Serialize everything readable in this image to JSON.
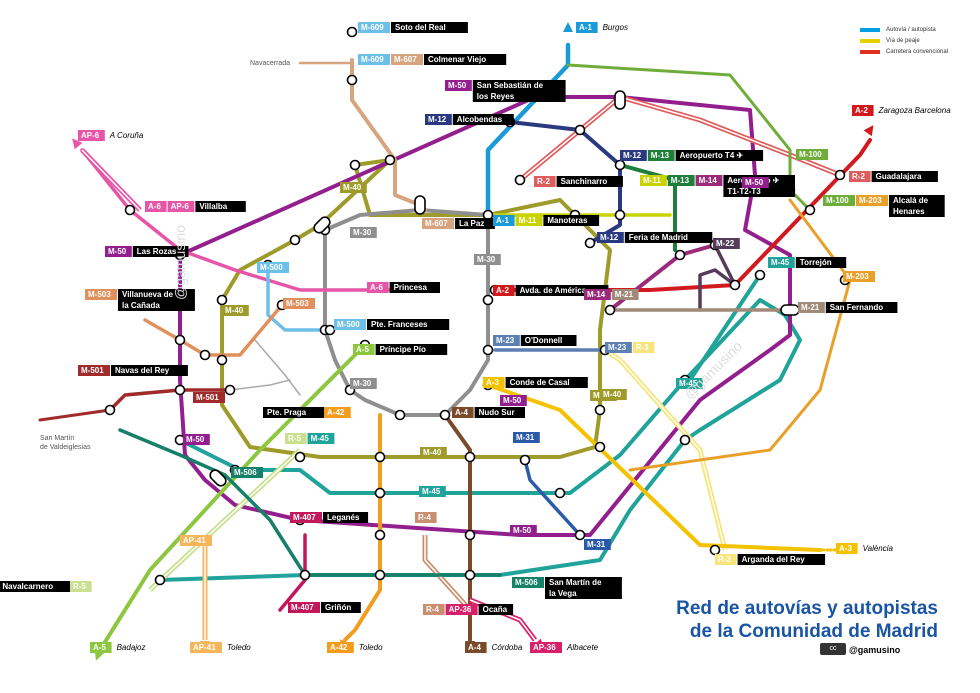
{
  "title": {
    "line1": "Red de autovías y autopistas",
    "line2": "de la Comunidad de Madrid"
  },
  "credit": "@gamusino",
  "cc_badge": "cc",
  "watermarks": [
    "@gamusino",
    "@gamusino"
  ],
  "legend": [
    {
      "label": "Autovía / autopista",
      "color": "#00a0e0"
    },
    {
      "label": "Vía de peaje",
      "color": "#e8d000"
    },
    {
      "label": "Carretera convencional",
      "color": "#e03020"
    }
  ],
  "colors": {
    "M40": "#9e9b2a",
    "M30": "#8f8f8f",
    "M50": "#931f8f",
    "M45": "#1fa39a",
    "A6": "#e655a8",
    "A1": "#1a9ad6",
    "A2": "#d2191e",
    "A3": "#f5c200",
    "A4": "#7a4a2a",
    "A5": "#8dc63f",
    "A42": "#f39c1e",
    "M607": "#d6a57f",
    "M12": "#2b3a80",
    "M13": "#1d7f3a",
    "M11": "#c9d300",
    "M503": "#e0905c",
    "M500": "#6cc0e8",
    "M501": "#a12b2b",
    "M506": "#178069",
    "M100": "#6fad3a",
    "M203": "#e8a02a",
    "M21": "#a08a78",
    "M14": "#9b2a7a",
    "M22": "#553c5a",
    "M23": "#5a7fb0",
    "M31": "#2b5aa8",
    "M407": "#c2185b",
    "R3": "#f7e47a",
    "R2": "#e05d5d",
    "R4": "#c98f6f",
    "R5": "#c9e08f",
    "AP41": "#f5b55a",
    "AP36": "#d8206a",
    "AP6": "#e655a8"
  },
  "labels": [
    {
      "badges": [
        {
          "t": "M-609",
          "c": "#6cc0e8"
        }
      ],
      "text": "Soto del Real"
    },
    {
      "badges": [
        {
          "t": "A-1",
          "c": "#1a9ad6"
        }
      ],
      "dest": "Burgos"
    },
    {
      "badges": [
        {
          "t": "M-609",
          "c": "#6cc0e8"
        },
        {
          "t": "M-607",
          "c": "#d6a57f"
        }
      ],
      "text": "Colmenar Viejo"
    },
    {
      "badges": [
        {
          "t": "M-50",
          "c": "#931f8f"
        }
      ],
      "text": "San Sebastián de los Reyes"
    },
    {
      "badges": [
        {
          "t": "M-12",
          "c": "#2b3a80"
        }
      ],
      "text": "Alcobendas"
    },
    {
      "badges": [
        {
          "t": "A-2",
          "c": "#d2191e"
        }
      ],
      "dest": "Zaragoza Barcelona"
    },
    {
      "badges": [
        {
          "t": "AP-6",
          "c": "#e655a8"
        }
      ],
      "dest": "A Coruña"
    },
    {
      "badges": [
        {
          "t": "M-12",
          "c": "#2b3a80"
        },
        {
          "t": "M-13",
          "c": "#1d7f3a"
        }
      ],
      "text": "Aeropuerto T4 ✈"
    },
    {
      "badges": [
        {
          "t": "M-100",
          "c": "#6fad3a"
        }
      ]
    },
    {
      "badges": [
        {
          "t": "R-2",
          "c": "#e05d5d"
        }
      ],
      "text": "Sanchinarro"
    },
    {
      "badges": [
        {
          "t": "R-2",
          "c": "#e05d5d"
        }
      ],
      "text": "Guadalajara"
    },
    {
      "badges": [
        {
          "t": "A-6",
          "c": "#e655a8"
        },
        {
          "t": "AP-6",
          "c": "#e655a8"
        }
      ],
      "text": "Villalba"
    },
    {
      "badges": [
        {
          "t": "M-11",
          "c": "#c9d300"
        },
        {
          "t": "M-13",
          "c": "#1d7f3a"
        },
        {
          "t": "M-14",
          "c": "#9b2a7a"
        }
      ],
      "text": "Aeropuerto ✈ T1-T2-T3"
    },
    {
      "badges": [
        {
          "t": "M-100",
          "c": "#6fad3a"
        },
        {
          "t": "M-203",
          "c": "#e8a02a"
        }
      ],
      "text": "Alcalá de Henares"
    },
    {
      "badges": [
        {
          "t": "M-607",
          "c": "#d6a57f"
        }
      ],
      "text": "La Paz"
    },
    {
      "badges": [
        {
          "t": "A-1",
          "c": "#1a9ad6"
        },
        {
          "t": "M-11",
          "c": "#c9d300"
        }
      ],
      "text": "Manoteras"
    },
    {
      "badges": [
        {
          "t": "M-12",
          "c": "#2b3a80"
        }
      ],
      "text": "Feria de Madrid"
    },
    {
      "badges": [
        {
          "t": "M-22",
          "c": "#553c5a"
        }
      ]
    },
    {
      "badges": [
        {
          "t": "M-50",
          "c": "#931f8f"
        }
      ],
      "text": "Las Rozas"
    },
    {
      "badges": [
        {
          "t": "M-45",
          "c": "#1fa39a"
        }
      ],
      "text": "Torrejón"
    },
    {
      "badges": [
        {
          "t": "M-203",
          "c": "#e8a02a"
        }
      ]
    },
    {
      "badges": [
        {
          "t": "A-6",
          "c": "#e655a8"
        }
      ],
      "text": "Princesa"
    },
    {
      "badges": [
        {
          "t": "A-2",
          "c": "#d2191e"
        }
      ],
      "text": "Avda. de América"
    },
    {
      "badges": [
        {
          "t": "M-14",
          "c": "#9b2a7a"
        },
        {
          "t": "M-21",
          "c": "#a08a78"
        }
      ]
    },
    {
      "badges": [
        {
          "t": "M-21",
          "c": "#a08a78"
        }
      ],
      "text": "San Fernando"
    },
    {
      "badges": [
        {
          "t": "M-503",
          "c": "#e0905c"
        }
      ],
      "text": "Villanueva de la Cañada"
    },
    {
      "badges": [
        {
          "t": "M-500",
          "c": "#6cc0e8"
        }
      ],
      "text": "Pte. Franceses"
    },
    {
      "badges": [
        {
          "t": "M-23",
          "c": "#5a7fb0"
        }
      ],
      "text": "O'Donnell"
    },
    {
      "badges": [
        {
          "t": "M-23",
          "c": "#5a7fb0"
        },
        {
          "t": "R-3",
          "c": "#f7e47a"
        }
      ]
    },
    {
      "badges": [
        {
          "t": "A-5",
          "c": "#8dc63f"
        }
      ],
      "text": "Príncipe Pío"
    },
    {
      "badges": [
        {
          "t": "M-501",
          "c": "#a12b2b"
        }
      ],
      "text": "Navas del Rey"
    },
    {
      "badges": [
        {
          "t": "A-3",
          "c": "#f5c200"
        }
      ],
      "text": "Conde de Casal"
    },
    {
      "badges": [
        {
          "t": "M-45",
          "c": "#1fa39a"
        }
      ]
    },
    {
      "badges": [
        {
          "t": "M-501",
          "c": "#a12b2b"
        }
      ]
    },
    {
      "badges": [
        {
          "t": "M-40",
          "c": "#9e9b2a"
        }
      ]
    },
    {
      "badges": [
        {
          "t": "A-42",
          "c": "#f39c1e"
        }
      ],
      "text": "Pte. Praga",
      "text_left": true
    },
    {
      "badges": [
        {
          "t": "A-4",
          "c": "#7a4a2a"
        }
      ],
      "text": "Nudo Sur"
    },
    {
      "badges": [
        {
          "t": "M-50",
          "c": "#931f8f"
        }
      ]
    },
    {
      "badges": [
        {
          "t": "R-5",
          "c": "#c9e08f"
        },
        {
          "t": "M-45",
          "c": "#1fa39a"
        }
      ]
    },
    {
      "badges": [
        {
          "t": "M-31",
          "c": "#2b5aa8"
        }
      ]
    },
    {
      "badges": [
        {
          "t": "M-506",
          "c": "#178069"
        }
      ]
    },
    {
      "badges": [
        {
          "t": "M-407",
          "c": "#c2185b"
        }
      ],
      "text": "Leganés"
    },
    {
      "badges": [
        {
          "t": "M-50",
          "c": "#931f8f"
        }
      ]
    },
    {
      "badges": [
        {
          "t": "AP-41",
          "c": "#f5b55a"
        }
      ]
    },
    {
      "badges": [
        {
          "t": "M-31",
          "c": "#2b5aa8"
        }
      ]
    },
    {
      "badges": [
        {
          "t": "A-3",
          "c": "#f5c200"
        }
      ],
      "dest": "València"
    },
    {
      "badges": [
        {
          "t": "R-3",
          "c": "#f7e47a"
        }
      ],
      "text": "Arganda del Rey"
    },
    {
      "badges": [
        {
          "t": "R-5",
          "c": "#c9e08f"
        }
      ],
      "text": "Navalcarnero",
      "text_left": true
    },
    {
      "badges": [
        {
          "t": "M-506",
          "c": "#178069"
        }
      ],
      "text": "San Martín de la Vega"
    },
    {
      "badges": [
        {
          "t": "M-407",
          "c": "#c2185b"
        }
      ],
      "text": "Griñón"
    },
    {
      "badges": [
        {
          "t": "R-4",
          "c": "#c98f6f"
        },
        {
          "t": "AP-36",
          "c": "#d8206a"
        }
      ],
      "text": "Ocaña"
    },
    {
      "badges": [
        {
          "t": "A-5",
          "c": "#8dc63f"
        }
      ],
      "dest": "Badajoz"
    },
    {
      "badges": [
        {
          "t": "AP-41",
          "c": "#f5b55a"
        }
      ],
      "dest": "Toledo"
    },
    {
      "badges": [
        {
          "t": "A-42",
          "c": "#f39c1e"
        }
      ],
      "dest": "Toledo"
    },
    {
      "badges": [
        {
          "t": "A-4",
          "c": "#7a4a2a"
        }
      ],
      "dest": "Córdoba"
    },
    {
      "badges": [
        {
          "t": "AP-36",
          "c": "#d8206a"
        }
      ],
      "dest": "Albacete"
    },
    {
      "badges": [
        {
          "t": "M-30",
          "c": "#8f8f8f"
        }
      ]
    },
    {
      "badges": [
        {
          "t": "M-30",
          "c": "#8f8f8f"
        }
      ]
    },
    {
      "badges": [
        {
          "t": "M-30",
          "c": "#8f8f8f"
        }
      ]
    },
    {
      "badges": [
        {
          "t": "M-40",
          "c": "#9e9b2a"
        }
      ]
    },
    {
      "badges": [
        {
          "t": "M-40",
          "c": "#9e9b2a"
        }
      ]
    },
    {
      "badges": [
        {
          "t": "M-40",
          "c": "#9e9b2a"
        }
      ]
    },
    {
      "badges": [
        {
          "t": "M-40",
          "c": "#9e9b2a"
        }
      ]
    },
    {
      "badges": [
        {
          "t": "M-45",
          "c": "#1fa39a"
        }
      ]
    },
    {
      "badges": [
        {
          "t": "M-50",
          "c": "#931f8f"
        }
      ]
    },
    {
      "badges": [
        {
          "t": "M-50",
          "c": "#931f8f"
        }
      ]
    },
    {
      "badges": [
        {
          "t": "M-500",
          "c": "#6cc0e8"
        }
      ]
    },
    {
      "badges": [
        {
          "t": "M-503",
          "c": "#e0905c"
        }
      ]
    },
    {
      "badges": [
        {
          "t": "R-4",
          "c": "#c98f6f"
        }
      ]
    }
  ],
  "places": [
    "Navacerrada",
    "San Martín de Valdeiglesias"
  ]
}
